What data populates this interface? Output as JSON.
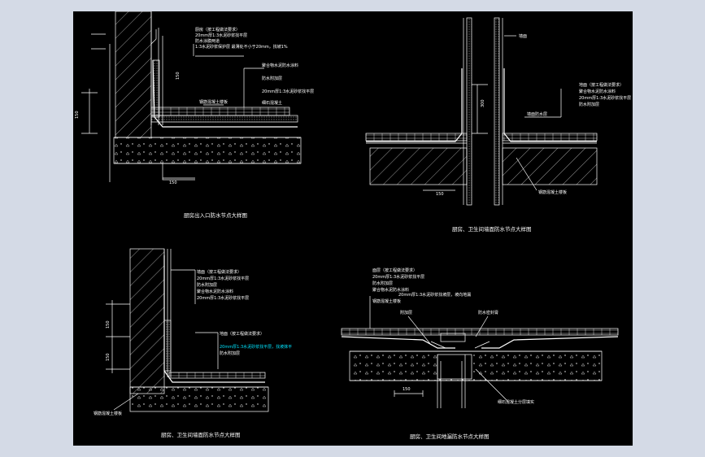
{
  "colors": {
    "background": "#000000",
    "linework": "#ffffff",
    "highlight": "#00e5ff",
    "frame": "#d4dae6"
  },
  "details": [
    {
      "title": "厨房出入口防水节点大样图",
      "labels": [
        "厨房（按工程做法要求）",
        "20mm厚1:3水泥砂浆找平层",
        "防水涂膜两道",
        "1:3水泥砂浆保护层 最薄处不小于20mm，找坡1%",
        "聚合物水泥防水涂料",
        "防水附加层",
        "20mm厚1:3水泥砂浆找平层",
        "细石混凝土",
        "钢筋混凝土楼板"
      ],
      "dims": [
        "150",
        "150",
        "150"
      ]
    },
    {
      "title": "厨房、卫生间墙面防水节点大样图",
      "labels": [
        "墙面",
        "地面（按工程做法要求）",
        "聚合物水泥防水涂料",
        "20mm厚1:3水泥砂浆找平层",
        "防水附加层",
        "墙面防水层",
        "钢筋混凝土楼板"
      ],
      "dims": [
        "150",
        "300"
      ]
    },
    {
      "title": "厨房、卫生间墙面防水节点大样图",
      "labels": [
        "墙面（按工程做法要求）",
        "20mm厚1:3水泥砂浆找平层",
        "防水附加层",
        "聚合物水泥防水涂料",
        "20mm厚1:3水泥砂浆找平层",
        "地面（按工程做法要求）",
        "20mm厚1:3水泥砂浆找平层，找坡抹平",
        "防水附加层",
        "钢筋混凝土楼板"
      ],
      "dims": [
        "150",
        "150"
      ]
    },
    {
      "title": "厨房、卫生间地漏防水节点大样图",
      "labels": [
        "面层（按工程做法要求）",
        "20mm厚1:3水泥砂浆找平层",
        "防水附加层",
        "聚合物水泥防水涂料",
        "20mm厚1:3水泥砂浆找坡层，坡向地漏",
        "钢筋混凝土楼板",
        "附加层",
        "防水密封膏",
        "细石混凝土分层填实"
      ],
      "dims": [
        "150"
      ]
    }
  ]
}
